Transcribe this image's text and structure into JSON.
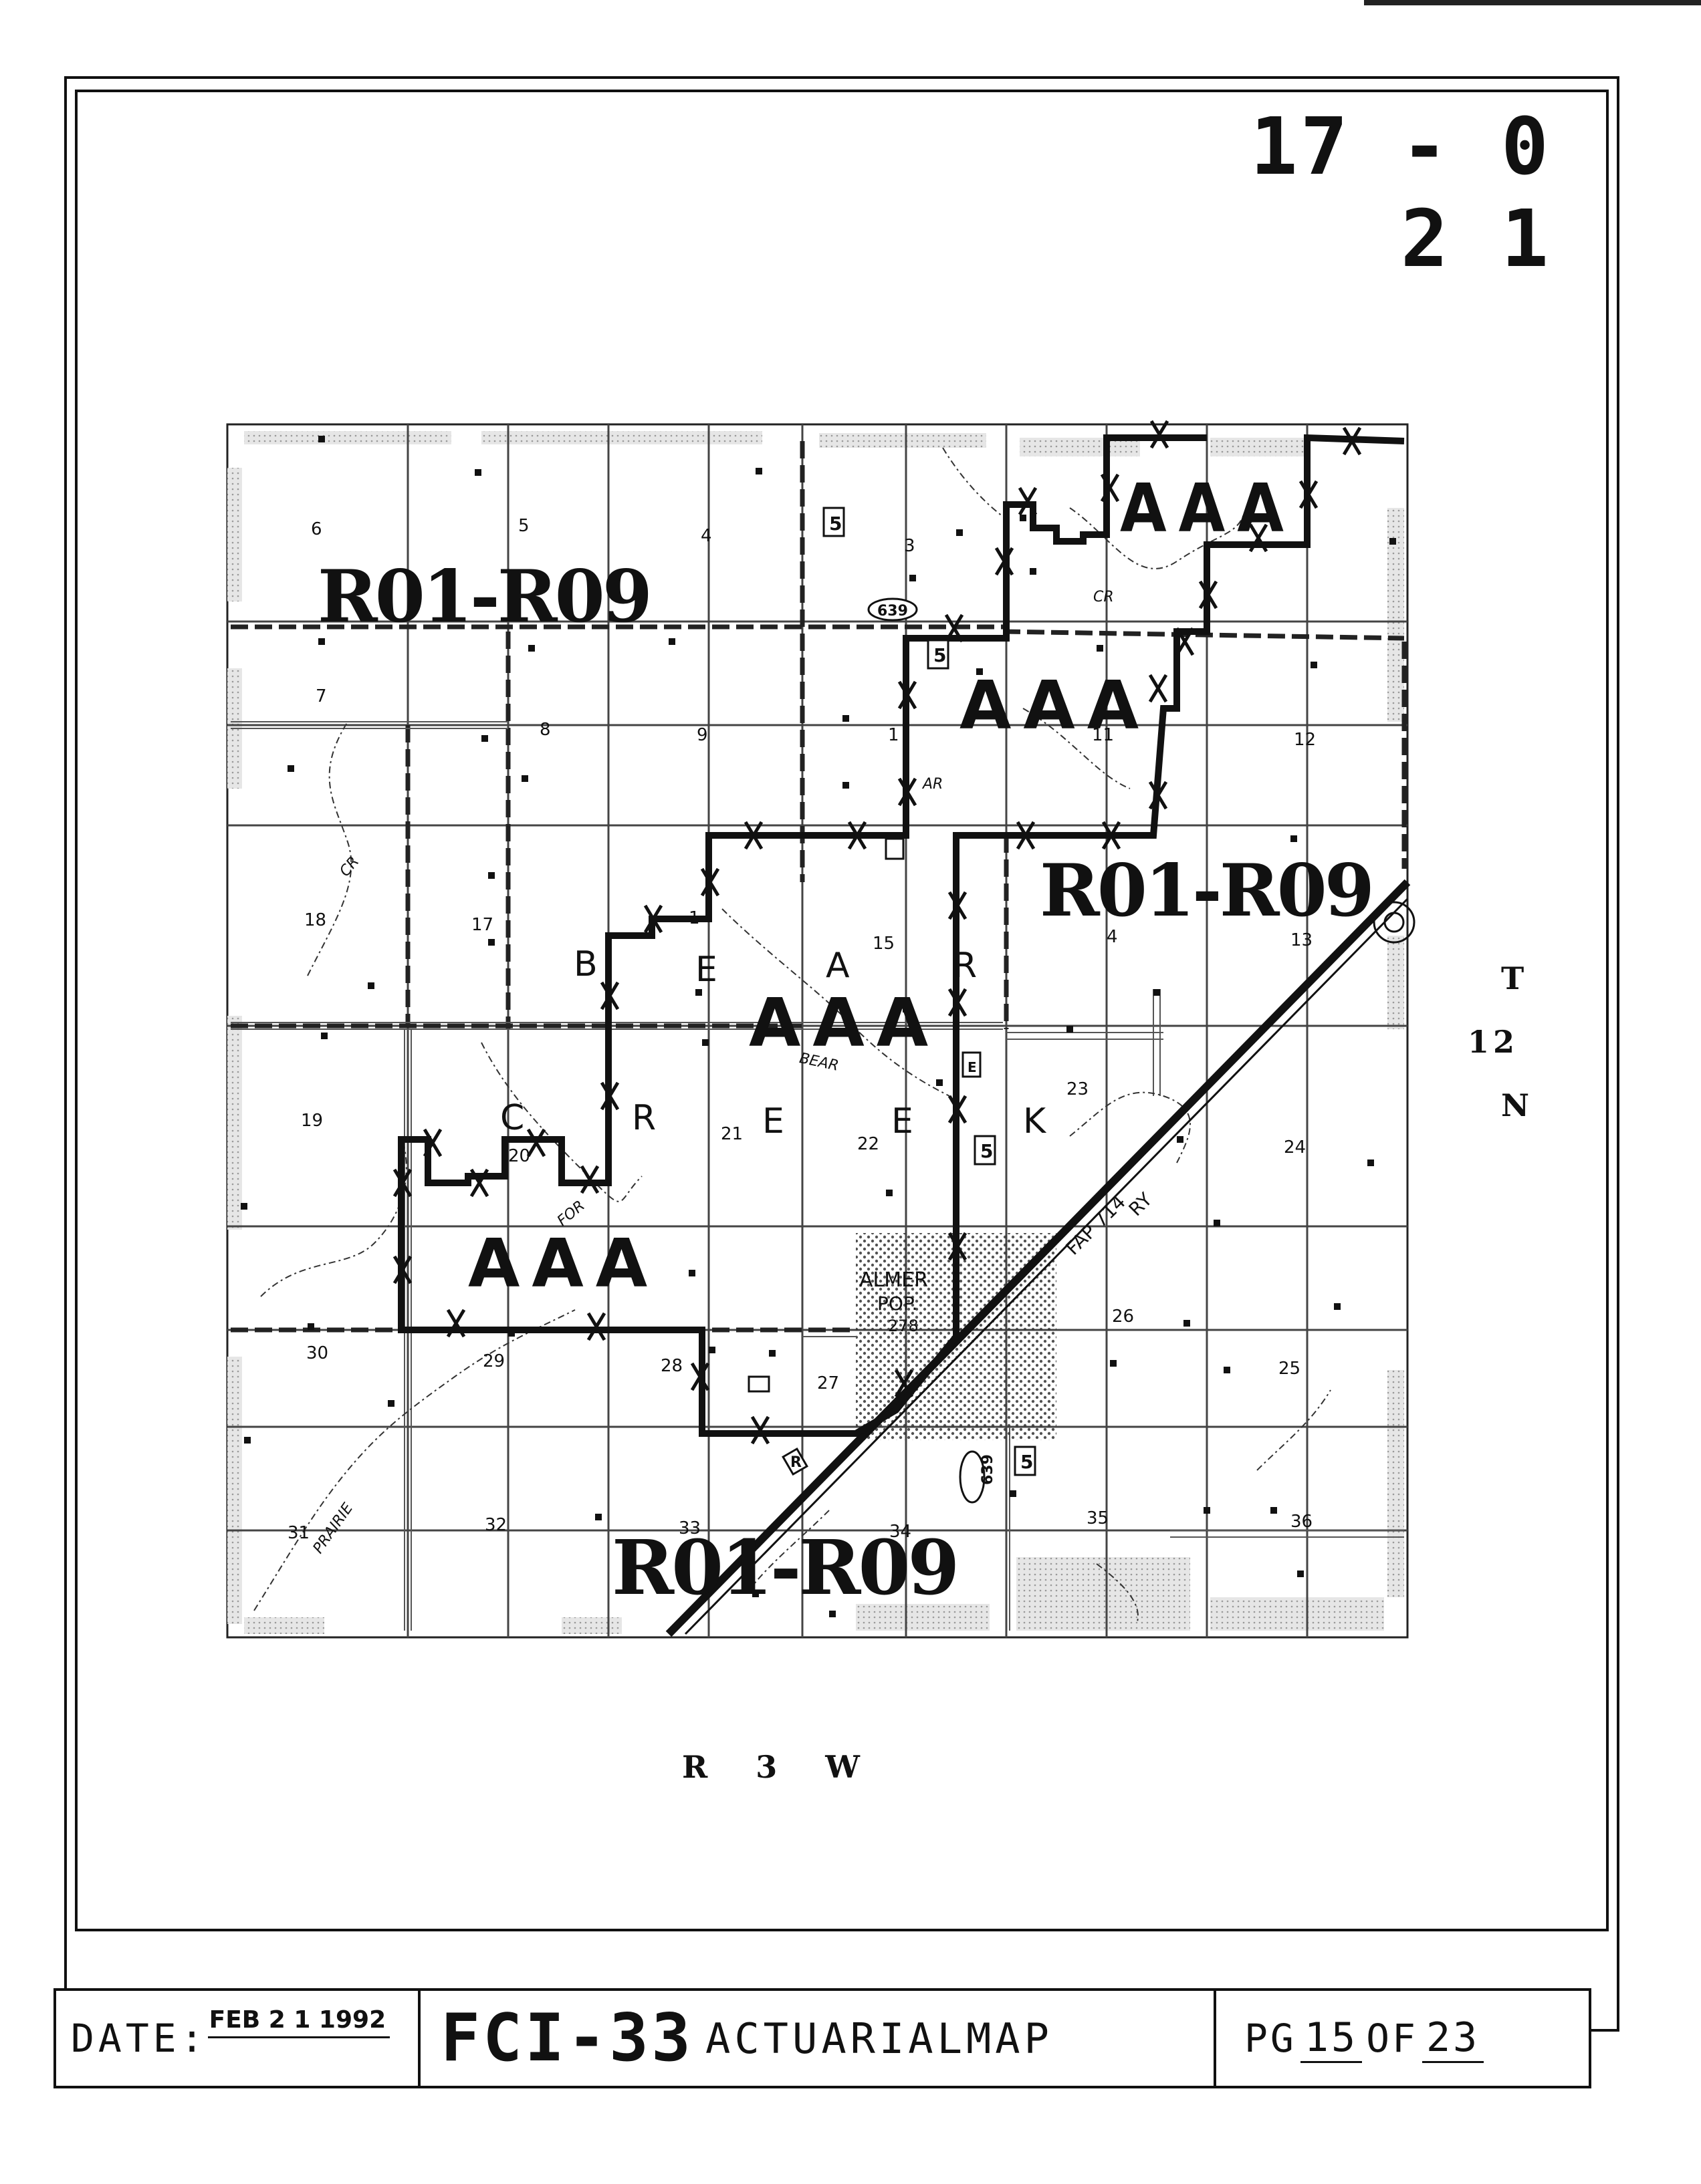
{
  "map_id": "17 - 0 2 1",
  "township": {
    "line1": "T",
    "line2": "12",
    "line3": "N"
  },
  "range": "R 3 W",
  "zones": [
    {
      "label": "R01-R09"
    },
    {
      "label": "R01-R09"
    },
    {
      "label": "R01-R09"
    },
    {
      "label": "AAA"
    },
    {
      "label": "AAA"
    },
    {
      "label": "AAA"
    },
    {
      "label": "AAA"
    }
  ],
  "sections": [
    "6",
    "5",
    "4",
    "3",
    "7",
    "8",
    "9",
    "1",
    "11",
    "12",
    "18",
    "17",
    "1",
    "15",
    "4",
    "13",
    "19",
    "20",
    "21",
    "22",
    "23",
    "24",
    "26",
    "30",
    "29",
    "28",
    "27",
    "25",
    "31",
    "32",
    "33",
    "34",
    "35",
    "36"
  ],
  "creek_letters": [
    "B",
    "E",
    "A",
    "R",
    "C",
    "R",
    "E",
    "E",
    "K"
  ],
  "feature_labels": {
    "town": "ALMER",
    "town_pop": "POP.",
    "town_pop_value": "278",
    "highway": "FAP 714",
    "railway": "RY",
    "creek_name": "BEAR",
    "prairie": "PRAIRIE",
    "cr1": "CR",
    "cr2": "CR",
    "cr3": "AR",
    "fork": "FOR",
    "route5": "5",
    "route639": "639",
    "mark_r": "R",
    "mark_e": "E"
  },
  "title_block": {
    "date_label": "DATE:",
    "date_value": "FEB 2 1 1992",
    "form_code": "FCI-33",
    "form_name": "ACTUARIALMAP",
    "page_label": "PG",
    "page_number": "15",
    "page_of": "OF",
    "page_total": "23"
  }
}
